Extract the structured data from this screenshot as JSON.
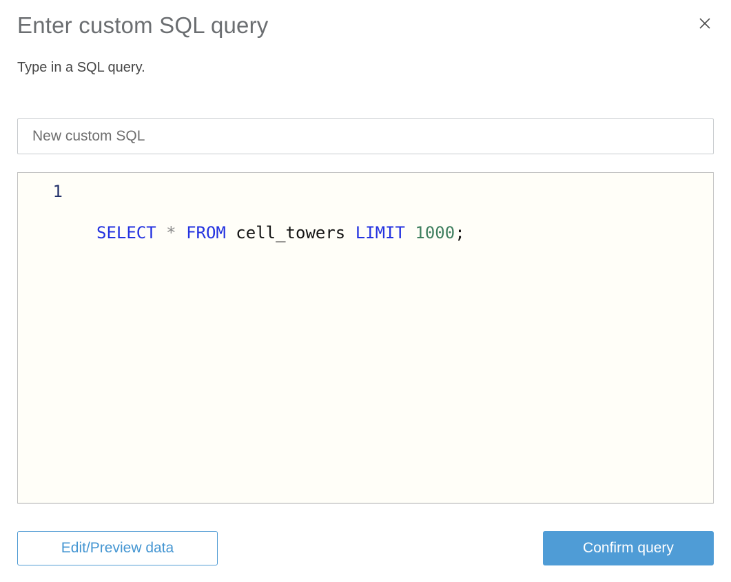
{
  "dialog": {
    "title": "Enter custom SQL query",
    "subtitle": "Type in a SQL query."
  },
  "query_name_input": {
    "value": "New custom SQL"
  },
  "sql_editor": {
    "line_number": "1",
    "query": "SELECT * FROM cell_towers LIMIT 1000;",
    "tokens": [
      {
        "type": "keyword",
        "text": "SELECT"
      },
      {
        "type": "plain",
        "text": " "
      },
      {
        "type": "operator",
        "text": "*"
      },
      {
        "type": "plain",
        "text": " "
      },
      {
        "type": "keyword",
        "text": "FROM"
      },
      {
        "type": "plain",
        "text": " cell_towers "
      },
      {
        "type": "keyword",
        "text": "LIMIT"
      },
      {
        "type": "plain",
        "text": " "
      },
      {
        "type": "number",
        "text": "1000"
      },
      {
        "type": "plain",
        "text": ";"
      }
    ],
    "colors": {
      "keyword": "#2433e0",
      "operator": "#8b8b8b",
      "number": "#3f7f5f",
      "plain": "#141414",
      "background": "#fffef8",
      "line_number": "#24326b"
    }
  },
  "footer": {
    "edit_preview_label": "Edit/Preview data",
    "confirm_label": "Confirm query"
  },
  "colors": {
    "accent_blue": "#4f9cd6",
    "title_gray": "#6b6e71",
    "subtitle_gray": "#454545",
    "input_text_gray": "#6e6e6e",
    "input_border": "#c6cacd",
    "close_icon_gray": "#4c4c4c"
  }
}
